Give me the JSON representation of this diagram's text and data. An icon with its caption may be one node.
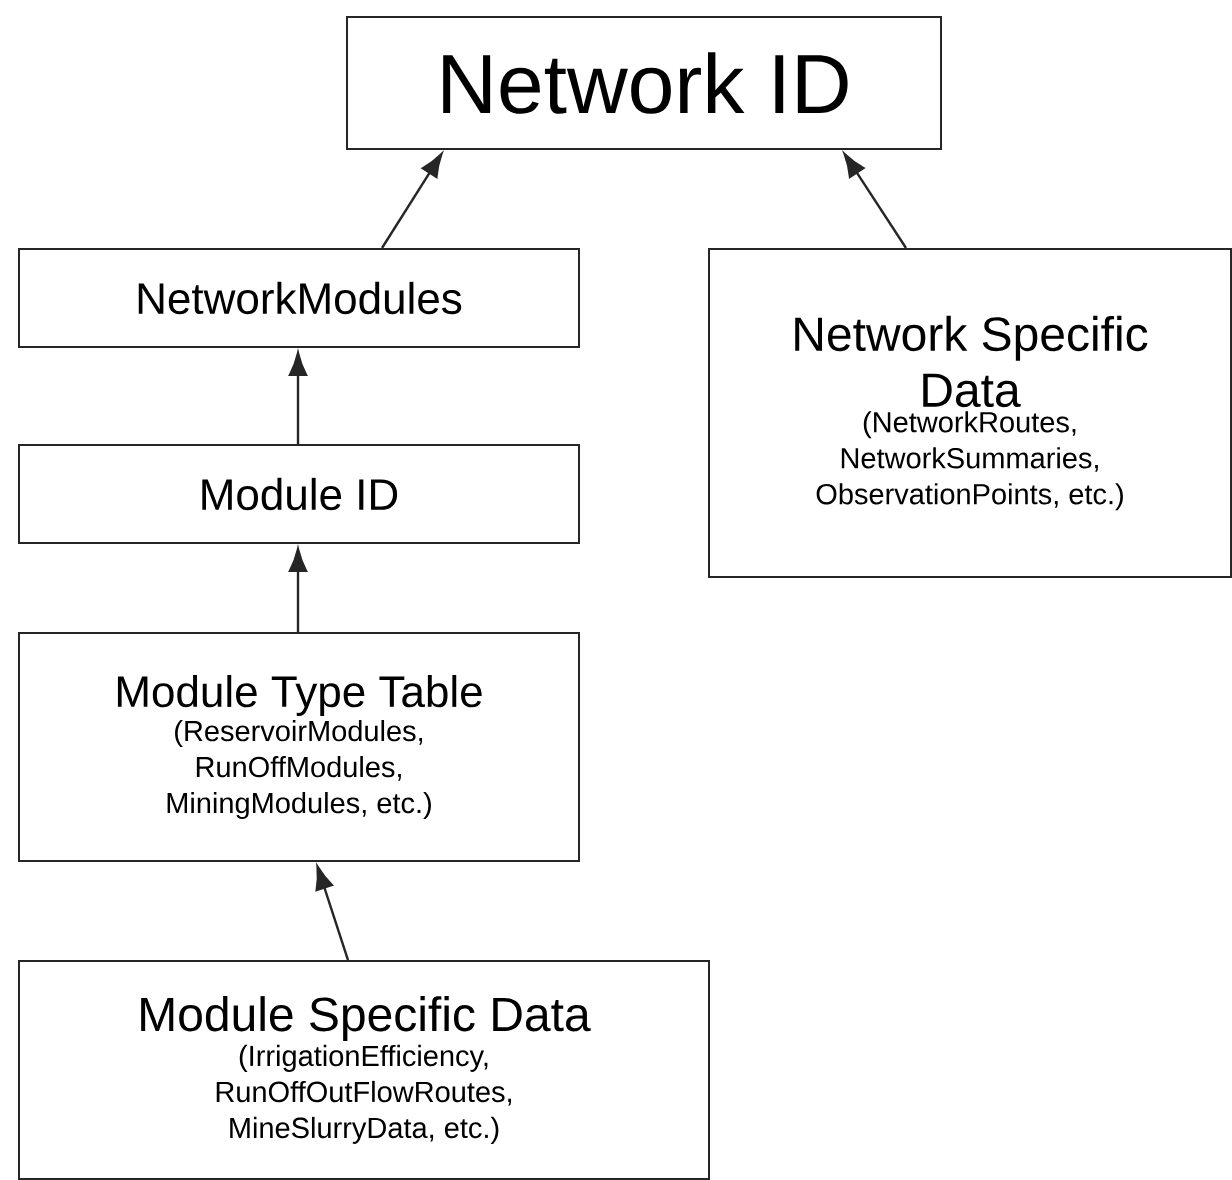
{
  "diagram": {
    "nodes": [
      {
        "text": [
          "Network ID"
        ]
      },
      {
        "text": [
          "NetworkModules"
        ]
      },
      {
        "text": [
          "Network Specific Data",
          "(NetworkRoutes, NetworkSummaries, ObservationPoints, etc.)"
        ]
      },
      {
        "text": [
          "Module ID"
        ]
      },
      {
        "text": [
          "Module Type Table",
          "(ReservoirModules, RunOffModules, MiningModules, etc.)"
        ]
      },
      {
        "text": [
          "Module Specific Data",
          "(IrrigationEfficiency, RunOffOutFlowRoutes, MineSlurryData, etc.)"
        ]
      }
    ],
    "edges": [
      {
        "from": 1,
        "to": 0,
        "arrow": "to"
      },
      {
        "from": 2,
        "to": 0,
        "arrow": "to"
      },
      {
        "from": 3,
        "to": 1,
        "arrow": "to"
      },
      {
        "from": 4,
        "to": 3,
        "arrow": "to"
      },
      {
        "from": 5,
        "to": 4,
        "arrow": "to"
      }
    ]
  }
}
